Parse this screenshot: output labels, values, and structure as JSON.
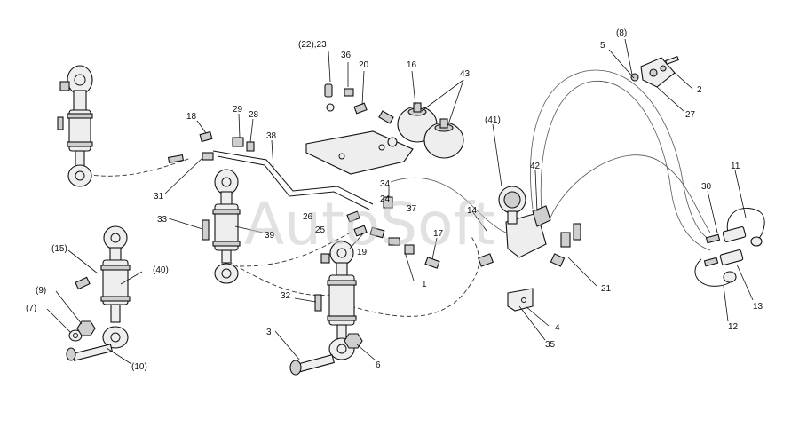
{
  "diagram": {
    "watermark": "AutoSoft",
    "callouts": [
      {
        "id": "c-22-23",
        "text": "(22),23"
      },
      {
        "id": "c-36",
        "text": "36"
      },
      {
        "id": "c-20",
        "text": "20"
      },
      {
        "id": "c-16",
        "text": "16"
      },
      {
        "id": "c-43",
        "text": "43"
      },
      {
        "id": "c-8",
        "text": "(8)"
      },
      {
        "id": "c-5",
        "text": "5"
      },
      {
        "id": "c-2",
        "text": "2"
      },
      {
        "id": "c-27",
        "text": "27"
      },
      {
        "id": "c-18",
        "text": "18"
      },
      {
        "id": "c-29",
        "text": "29"
      },
      {
        "id": "c-28",
        "text": "28"
      },
      {
        "id": "c-38",
        "text": "38"
      },
      {
        "id": "c-41",
        "text": "(41)"
      },
      {
        "id": "c-42",
        "text": "42"
      },
      {
        "id": "c-11",
        "text": "11"
      },
      {
        "id": "c-30",
        "text": "30"
      },
      {
        "id": "c-31",
        "text": "31"
      },
      {
        "id": "c-34",
        "text": "34"
      },
      {
        "id": "c-24",
        "text": "24"
      },
      {
        "id": "c-37",
        "text": "37"
      },
      {
        "id": "c-14",
        "text": "14"
      },
      {
        "id": "c-33",
        "text": "33"
      },
      {
        "id": "c-26",
        "text": "26"
      },
      {
        "id": "c-25",
        "text": "25"
      },
      {
        "id": "c-39",
        "text": "39"
      },
      {
        "id": "c-19",
        "text": "19"
      },
      {
        "id": "c-17",
        "text": "17"
      },
      {
        "id": "c-15",
        "text": "(15)"
      },
      {
        "id": "c-40",
        "text": "(40)"
      },
      {
        "id": "c-1",
        "text": "1"
      },
      {
        "id": "c-21",
        "text": "21"
      },
      {
        "id": "c-13",
        "text": "13"
      },
      {
        "id": "c-9",
        "text": "(9)"
      },
      {
        "id": "c-32",
        "text": "32"
      },
      {
        "id": "c-7",
        "text": "(7)"
      },
      {
        "id": "c-4",
        "text": "4"
      },
      {
        "id": "c-12",
        "text": "12"
      },
      {
        "id": "c-35",
        "text": "35"
      },
      {
        "id": "c-3",
        "text": "3"
      },
      {
        "id": "c-6",
        "text": "6"
      },
      {
        "id": "c-10",
        "text": "(10)"
      }
    ]
  }
}
